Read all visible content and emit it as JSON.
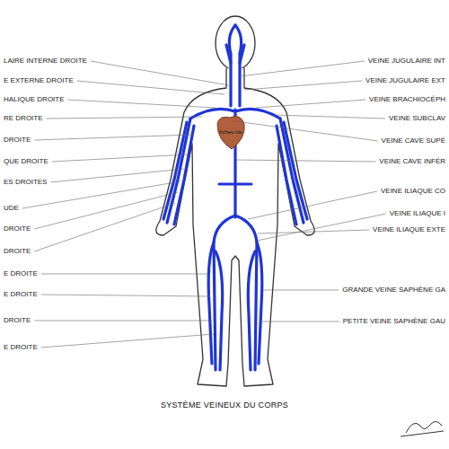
{
  "diagram": {
    "title": "SYSTÈME VEINEUX DU CORPS",
    "labels": [
      "LAIRE INTERNE DROITE",
      "E EXTERNE DROITE",
      "HALIQUE DROITE",
      "RE DROITE",
      "DROITE",
      "QUE DROITE",
      "ES DROITES",
      "UDE",
      "DROITE",
      "DROITE",
      "E DROITE",
      "E DROITE",
      "DROITE",
      "E DROITE",
      "VEINE JUGULAIRE INT",
      "VEINE JUGULAIRE EXT",
      "VEINE BRACHIOCÉPH",
      "VEINE SUBCLAV",
      "VEINE CAVE SUPÉ",
      "VEINE CAVE INFÉR",
      "VEINE ILIAQUE CO",
      "VEINE ILIAQUE I",
      "VEINE ILIAQUE EXTE",
      "GRANDE VEINE SAPHÈNE GA",
      "PETITE VEINE SAPHÈNE GAU",
      "fiches-ide"
    ]
  }
}
